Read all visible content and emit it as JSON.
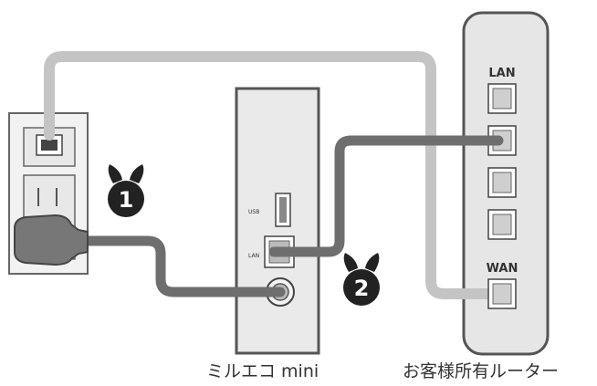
{
  "labels": {
    "router_lan": "LAN",
    "router_wan": "WAN",
    "device_usb": "USB",
    "device_lan": "LAN"
  },
  "captions": {
    "device": "ミルエコ mini",
    "router": "お客様所有ルーター"
  },
  "steps": {
    "step1": "1",
    "step2": "2"
  },
  "colors": {
    "light_cable": "#c4c4c4",
    "dark_cable": "#6e6e6e",
    "device_fill": "#eaeaea",
    "router_fill": "#e6e6e6",
    "outline": "#555555",
    "badge": "#222222"
  }
}
